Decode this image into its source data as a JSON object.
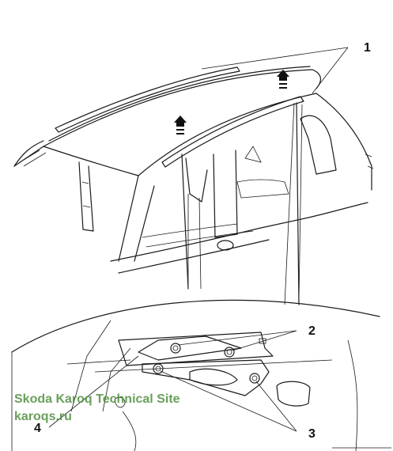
{
  "callouts": {
    "c1": "1",
    "c2": "2",
    "c3": "3",
    "c4": "4"
  },
  "watermark": {
    "title": "Skoda Karoq Technical Site",
    "url": "karoqs.ru",
    "color": "#4f8f3f"
  }
}
